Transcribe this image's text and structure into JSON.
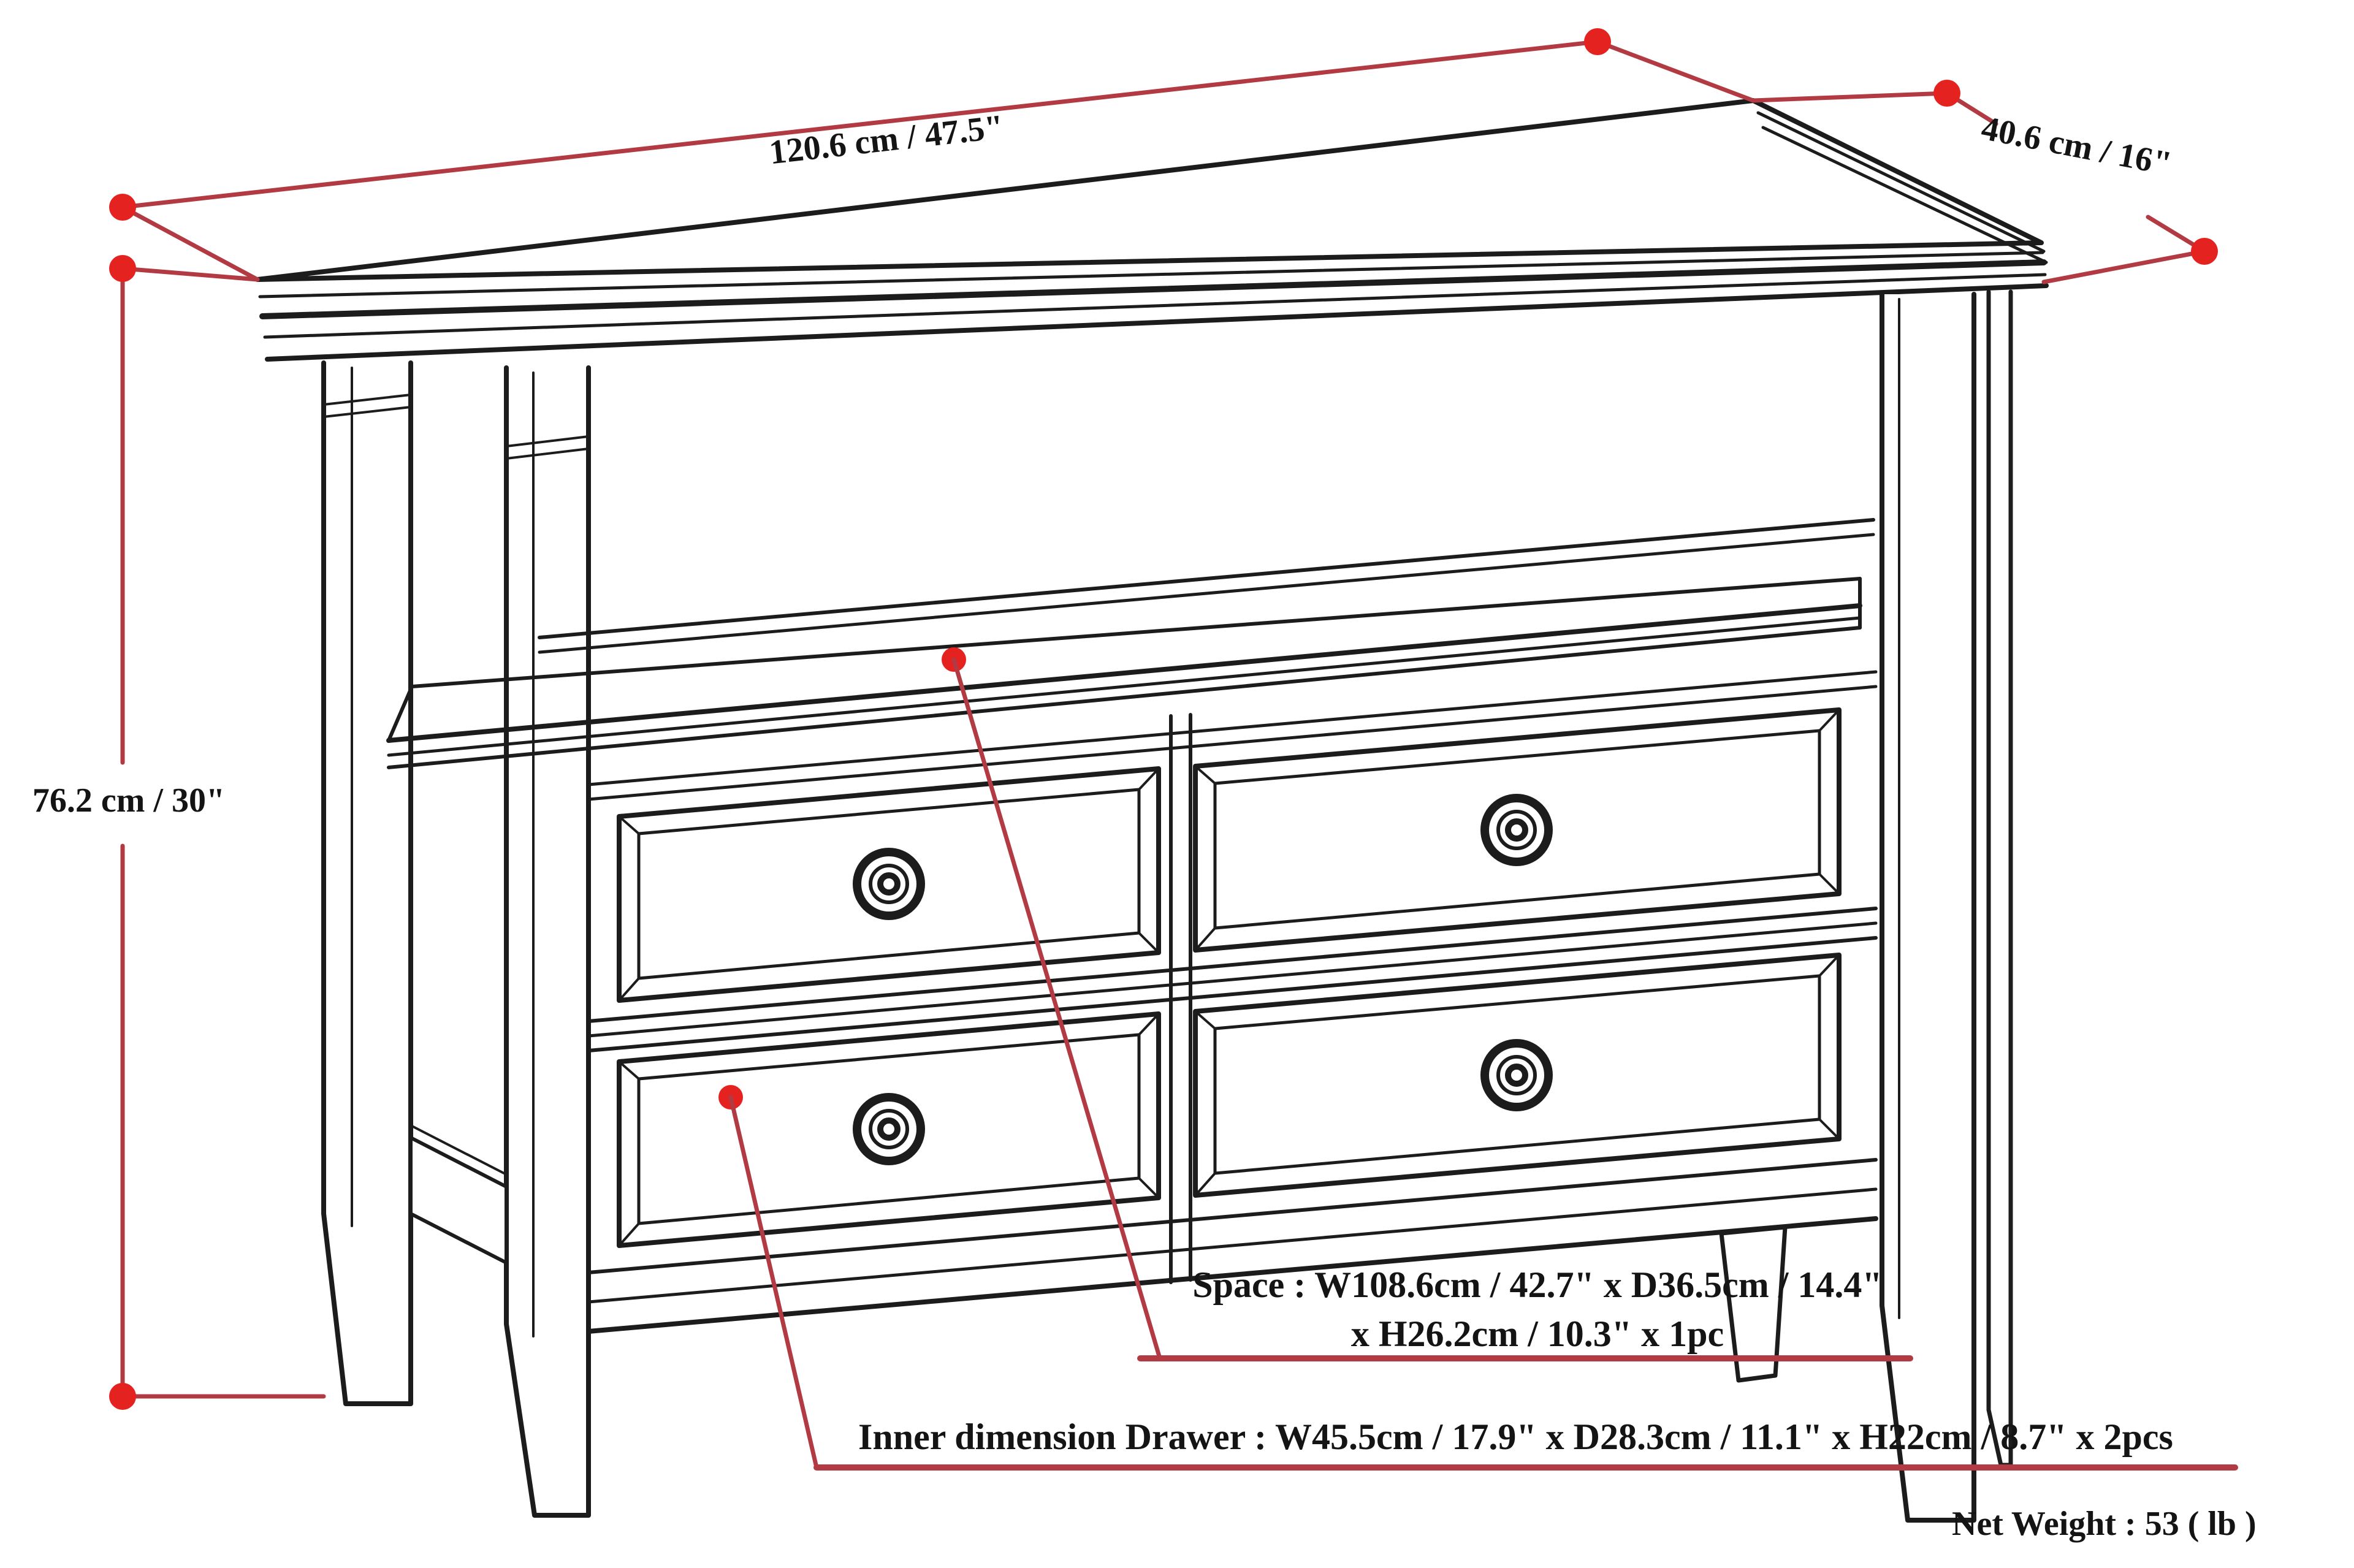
{
  "diagram": {
    "title": "Console table dimension drawing",
    "product": "4-drawer console table with open shelf",
    "background": "#ffffff",
    "colors": {
      "line": "#1c1c1c",
      "dimension_line": "#b23b43",
      "dimension_dot": "#e42320",
      "text": "#141414"
    },
    "dimensions": {
      "width_label": "120.6 cm / 47.5\"",
      "depth_label": "40.6 cm / 16\"",
      "height_label": "76.2 cm / 30\""
    },
    "annotations": {
      "space_line1": "Space : W108.6cm / 42.7\" x D36.5cm / 14.4\"",
      "space_line2": "x H26.2cm / 10.3\" x 1pc",
      "inner_drawer": "Inner dimension Drawer : W45.5cm / 17.9\" x D28.3cm / 11.1\" x H22cm / 8.7\" x 2pcs",
      "net_weight": "Net Weight :  53 ( lb )"
    }
  }
}
